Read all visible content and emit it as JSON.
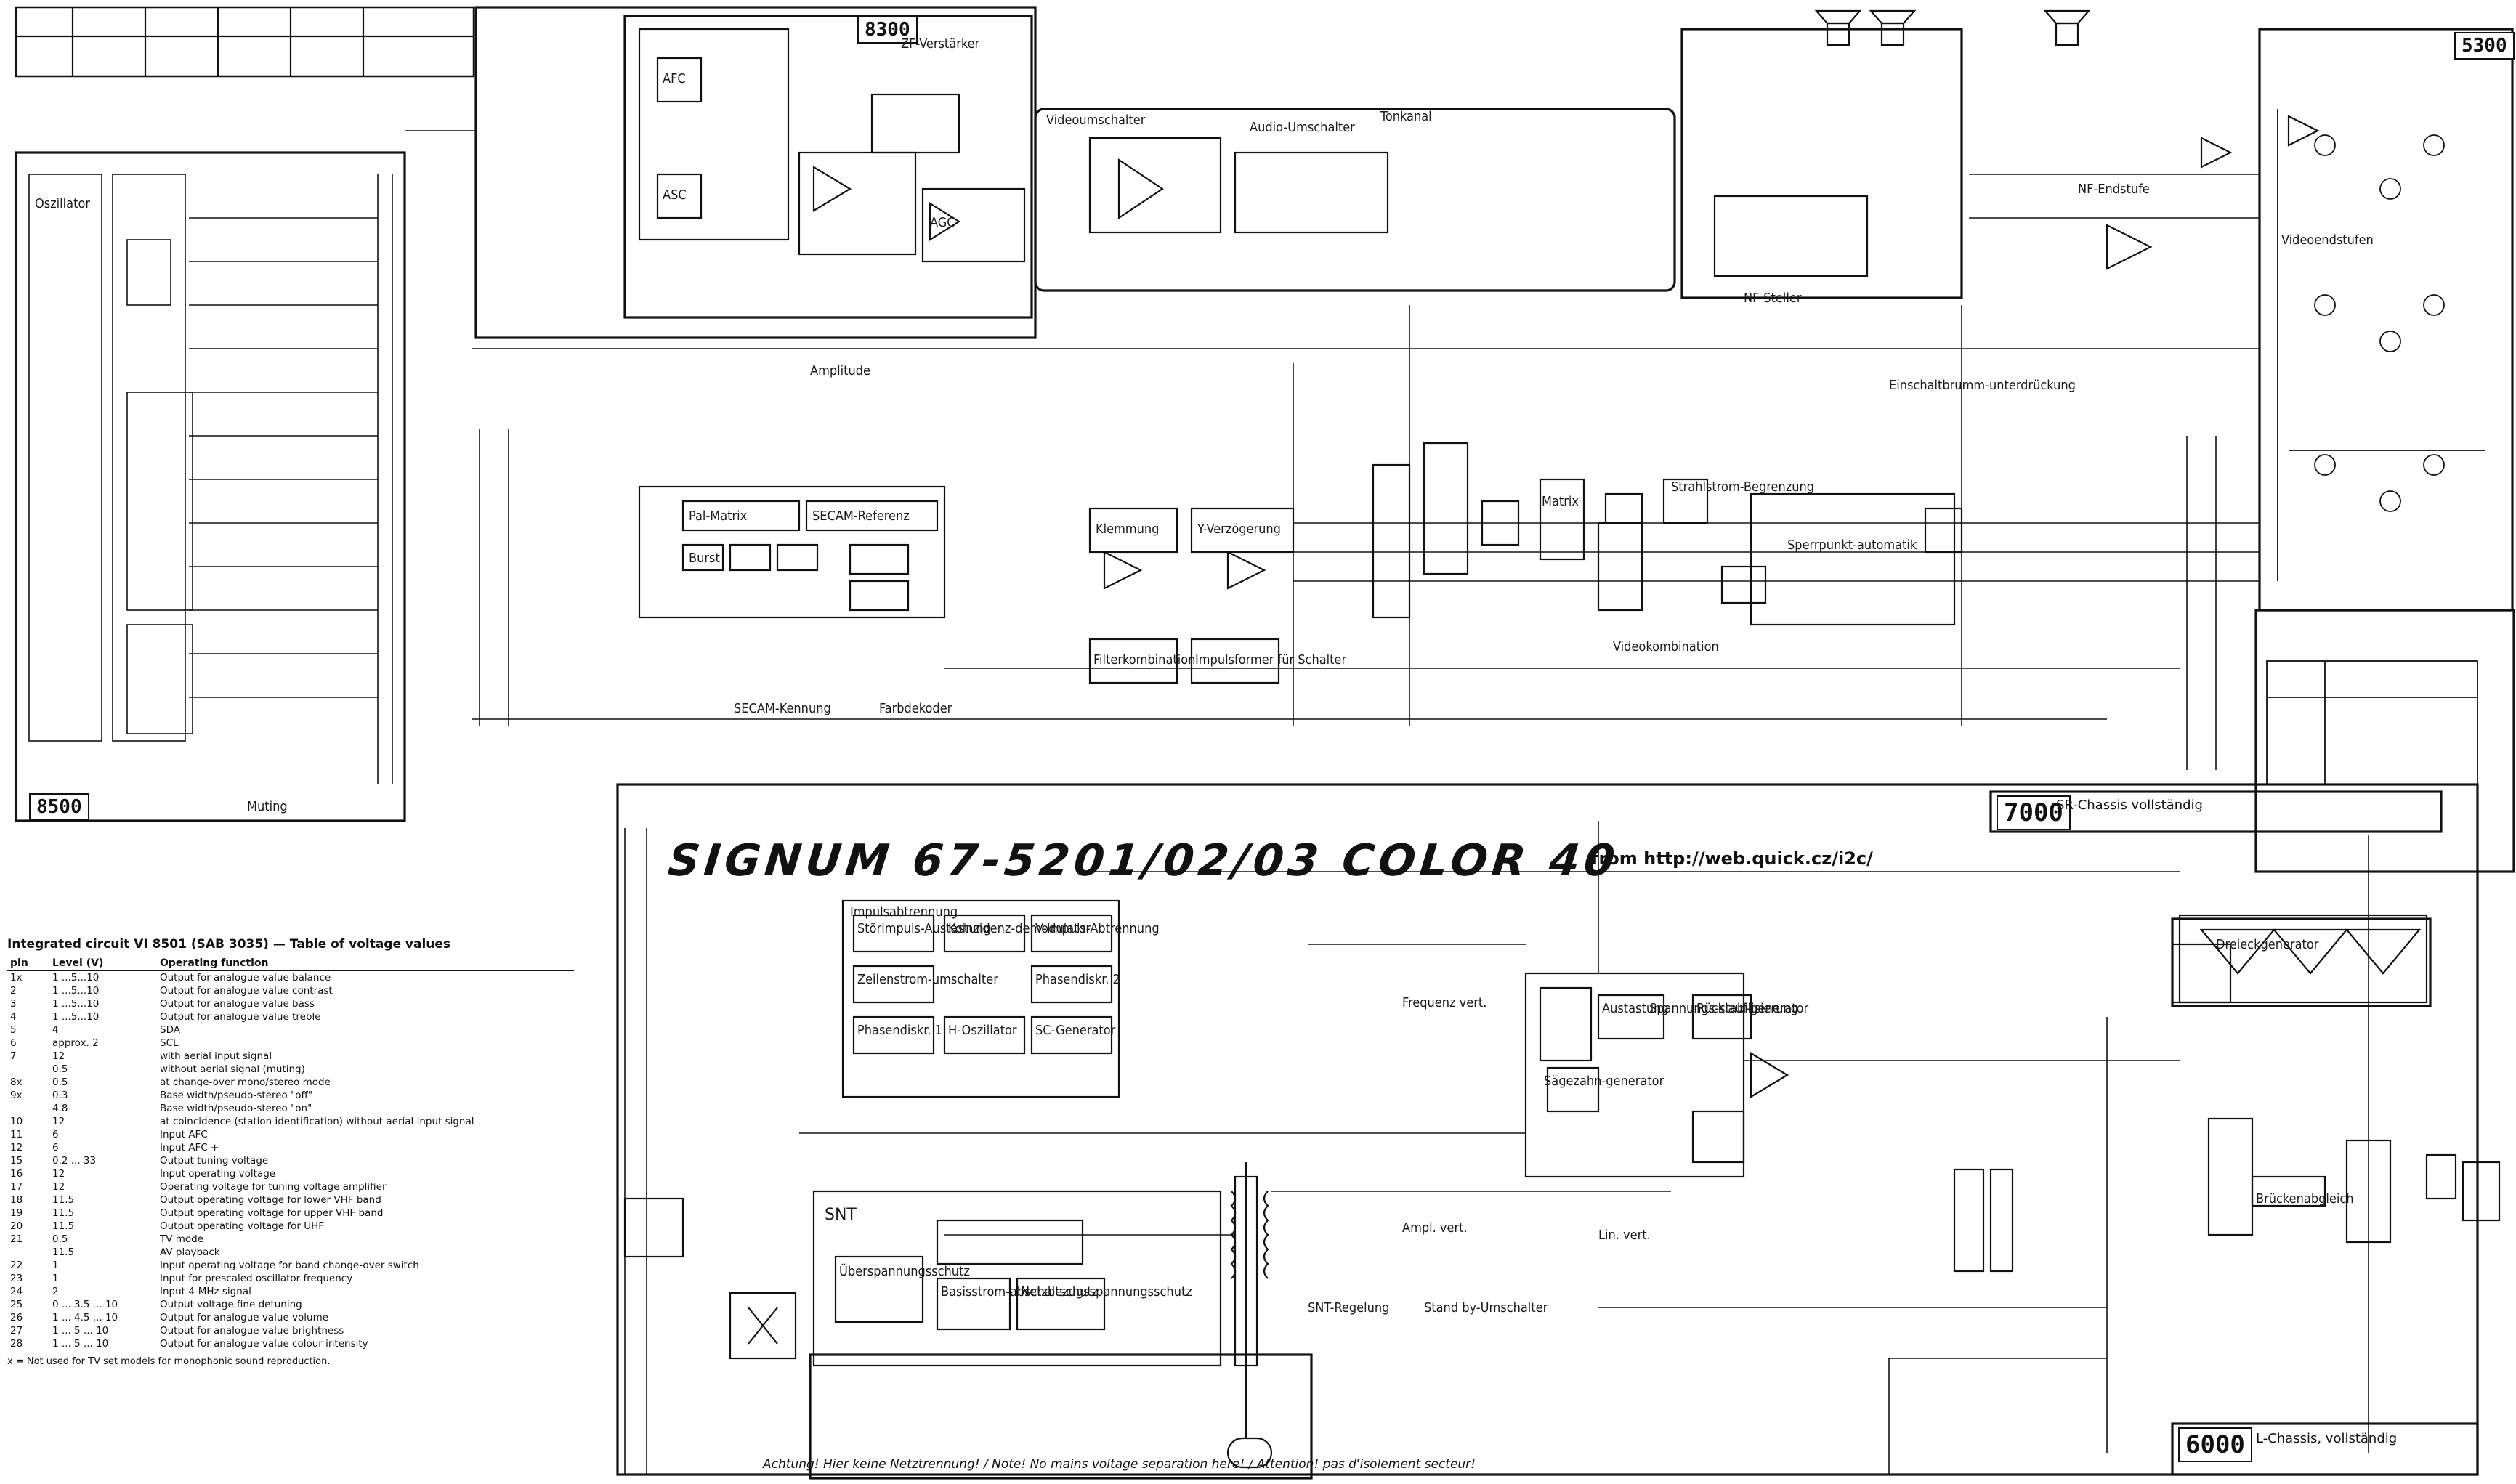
{
  "title": "SIGNUM 67-5201/02/03 COLOR 40",
  "source_note": "from http://web.quick.cz/i2c/",
  "modules": [
    {
      "id": "8300"
    },
    {
      "id": "8500"
    },
    {
      "id": "7000"
    },
    {
      "id": "6000"
    },
    {
      "id": "5300"
    }
  ],
  "chassis_labels": {
    "m7000": "SR-Chassis vollständig",
    "m6000": "L-Chassis, vollständig"
  },
  "block_labels": [
    "AFC",
    "ASC",
    "AGC",
    "Oszillator",
    "Amplitude",
    "Burst",
    "SECAM-Referenz",
    "Pal-Matrix",
    "Matrix",
    "Klemmung",
    "Y-Verzögerung",
    "Sperrpunkt-automatik",
    "Strahlstrom-Begrenzung",
    "Videokombination",
    "Filterkombination",
    "Impulsformer für Schalter",
    "Koinzidenz-demodulator",
    "Phasendiskr. 1",
    "Phasendiskr. 2",
    "H-Oszillator",
    "SC-Generator",
    "Zeilenstrom-umschalter",
    "Störimpuls-Austastung",
    "V-Impuls-Abtrennung",
    "Impulsabtrennung",
    "Basisstrom-abschaltschutz",
    "Netzbezugsspannungsschutz",
    "Überspannungsschutz",
    "SNT",
    "SNT-Regelung",
    "Stand by-Umschalter",
    "Sägezahn-generator",
    "Rücklauf-generator",
    "Austastung",
    "Spannungs-stabilisierung",
    "Tonkanal",
    "Farbdekoder",
    "SECAM-Kennung",
    "Muting",
    "NF-Endstufe",
    "NF-Steller",
    "Einschaltbrumm-unterdrückung",
    "Videoumschalter",
    "Audio-Umschalter",
    "ZF-Verstärker",
    "Dreieckgenerator",
    "Videoendstufen",
    "Brückenabgleich",
    "Frequenz vert.",
    "Ampl. vert.",
    "Lin. vert."
  ],
  "table": {
    "caption": "Integrated circuit VI 8501 (SAB 3035) — Table of voltage values",
    "headers": [
      "pin",
      "Level (V)",
      "Operating function"
    ],
    "rows": [
      [
        "1x",
        "1 ...5...10",
        "Output for analogue value balance"
      ],
      [
        "2",
        "1 ...5...10",
        "Output for analogue value contrast"
      ],
      [
        "3",
        "1 ...5...10",
        "Output for analogue value bass"
      ],
      [
        "4",
        "1 ...5...10",
        "Output for analogue value treble"
      ],
      [
        "5",
        "4",
        "SDA"
      ],
      [
        "6",
        "approx. 2",
        "SCL"
      ],
      [
        "7",
        "12",
        "with aerial input signal"
      ],
      [
        "",
        "0.5",
        "without aerial signal (muting)"
      ],
      [
        "8x",
        "0.5",
        "at change-over mono/stereo mode"
      ],
      [
        "9x",
        "0.3",
        "Base width/pseudo-stereo \"off\""
      ],
      [
        "",
        "4.8",
        "Base width/pseudo-stereo \"on\""
      ],
      [
        "10",
        "12",
        "at coincidence (station identification) without aerial input signal"
      ],
      [
        "11",
        "6",
        "Input AFC -"
      ],
      [
        "12",
        "6",
        "Input AFC +"
      ],
      [
        "15",
        "0.2 ... 33",
        "Output tuning voltage"
      ],
      [
        "16",
        "12",
        "Input operating voltage"
      ],
      [
        "17",
        "12",
        "Operating voltage for tuning voltage amplifier"
      ],
      [
        "18",
        "11.5",
        "Output operating voltage for lower VHF band"
      ],
      [
        "19",
        "11.5",
        "Output operating voltage for upper VHF band"
      ],
      [
        "20",
        "11.5",
        "Output operating voltage for UHF"
      ],
      [
        "21",
        "0.5",
        "TV mode"
      ],
      [
        "",
        "11.5",
        "AV playback"
      ],
      [
        "22",
        "1",
        "Input operating voltage for band change-over switch"
      ],
      [
        "23",
        "1",
        "Input for prescaled oscillator frequency"
      ],
      [
        "24",
        "2",
        "Input 4-MHz signal"
      ],
      [
        "25",
        "0 ... 3.5 ... 10",
        "Output voltage fine detuning"
      ],
      [
        "26",
        "1 ... 4.5 ... 10",
        "Output for analogue value volume"
      ],
      [
        "27",
        "1 ... 5 ... 10",
        "Output for analogue value brightness"
      ],
      [
        "28",
        "1 ... 5 ... 10",
        "Output for analogue value colour intensity"
      ]
    ],
    "footnote": "x = Not used for TV set models for monophonic sound reproduction."
  },
  "warning": "Achtung! Hier keine Netztrennung! / Note! No mains voltage separation here! / Attention! pas d'isolement secteur!"
}
